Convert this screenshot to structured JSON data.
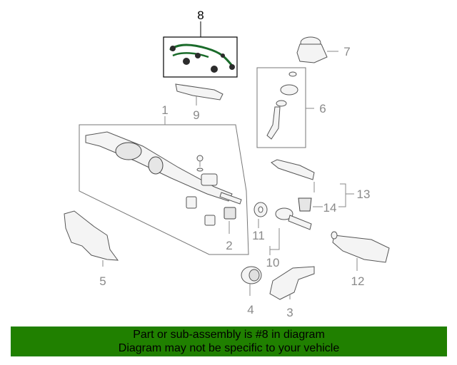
{
  "callouts": {
    "c1": "1",
    "c2": "2",
    "c3": "3",
    "c4": "4",
    "c5": "5",
    "c6": "6",
    "c7": "7",
    "c8": "8",
    "c9": "9",
    "c10": "10",
    "c11": "11",
    "c12": "12",
    "c13": "13",
    "c14": "14"
  },
  "banner": {
    "line1": "Part or sub-assembly is #8 in diagram",
    "line2": "Diagram may not be specific to your vehicle"
  },
  "colors": {
    "banner_bg": "#208000",
    "callout_gray": "#8a8a8a",
    "highlight": "#000000"
  },
  "highlighted_part": "8"
}
